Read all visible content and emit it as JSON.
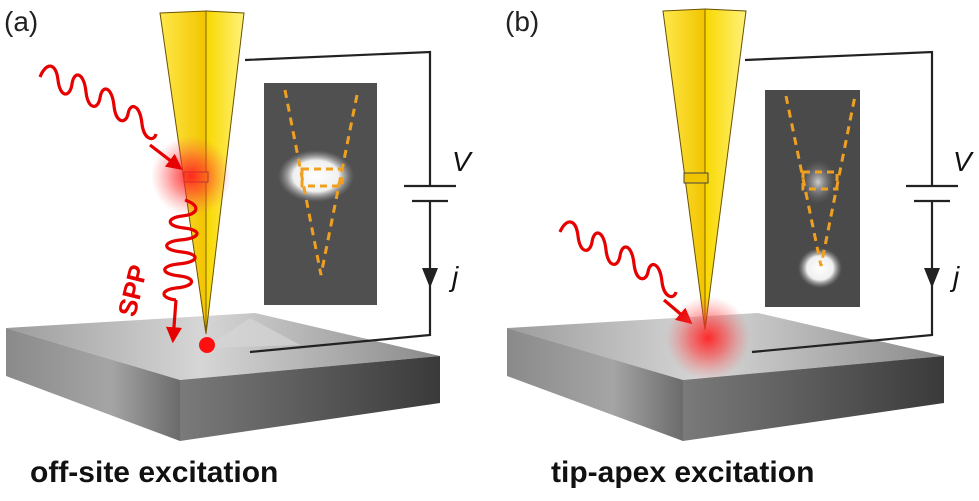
{
  "panels": [
    {
      "id": "a",
      "label": "(a)",
      "caption": "off-site excitation",
      "voltage_label": "V",
      "current_label": "j",
      "spp_label": "SPP"
    },
    {
      "id": "b",
      "label": "(b)",
      "caption": "tip-apex excitation",
      "voltage_label": "V",
      "current_label": "j"
    }
  ],
  "colors": {
    "tip_gold": "#f5d400",
    "tip_shadow": "#d9a800",
    "laser_red": "#e60000",
    "circuit": "#222222",
    "dashed_outline": "#f0a020",
    "substrate_top": "#b8b8b8",
    "substrate_side": "#7a7a7a"
  }
}
